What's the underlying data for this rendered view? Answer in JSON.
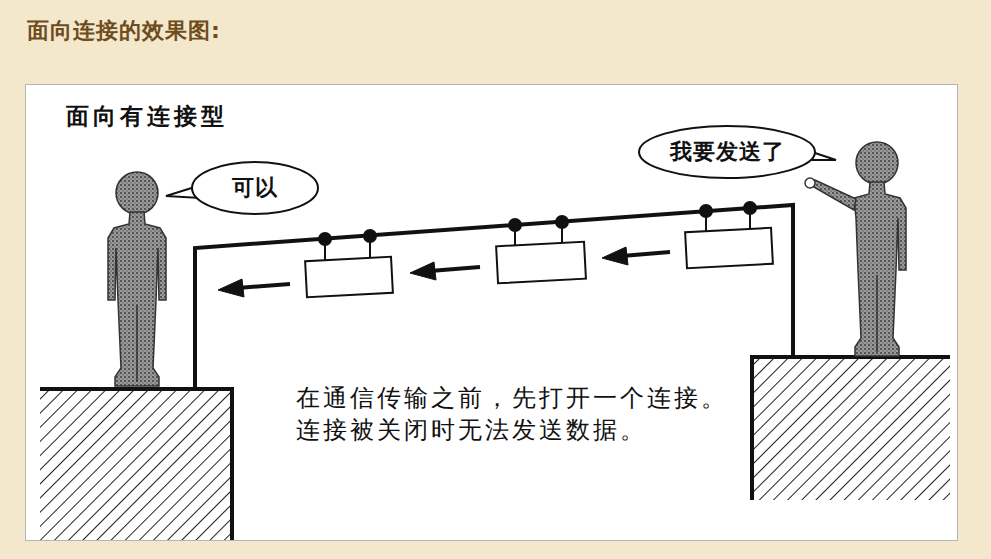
{
  "diagram": {
    "title": "面向连接的效果图:",
    "nodes": [
      {
        "text": [
          "面向有连接型",
          "在通信传输之前，先打开一个连接。 连接被关闭时无法发送数据。"
        ]
      },
      {
        "text": [
          "可以"
        ],
        "in": 0
      },
      {
        "text": [
          "我要发送了"
        ],
        "in": 0
      }
    ]
  }
}
